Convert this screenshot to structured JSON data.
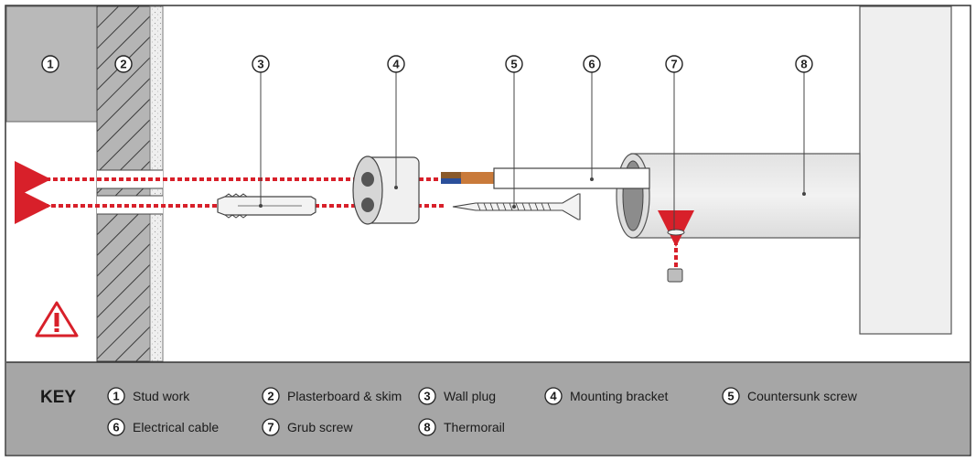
{
  "diagram": {
    "callouts": [
      {
        "num": "1"
      },
      {
        "num": "2"
      },
      {
        "num": "3"
      },
      {
        "num": "4"
      },
      {
        "num": "5"
      },
      {
        "num": "6"
      },
      {
        "num": "7"
      },
      {
        "num": "8"
      }
    ],
    "warning_icon": "warning-triangle-icon",
    "colors": {
      "arrow": "#d8202a",
      "wall_grey": "#b9b9b9",
      "key_bg": "#a6a6a6",
      "cable_brown": "#8a5a2b",
      "cable_blue": "#2b4f9a"
    }
  },
  "key": {
    "title": "KEY",
    "items": [
      {
        "num": "1",
        "label": "Stud work"
      },
      {
        "num": "2",
        "label": "Plasterboard & skim"
      },
      {
        "num": "3",
        "label": "Wall plug"
      },
      {
        "num": "4",
        "label": "Mounting bracket"
      },
      {
        "num": "5",
        "label": "Countersunk screw"
      },
      {
        "num": "6",
        "label": "Electrical cable"
      },
      {
        "num": "7",
        "label": "Grub screw"
      },
      {
        "num": "8",
        "label": "Thermorail"
      }
    ]
  }
}
